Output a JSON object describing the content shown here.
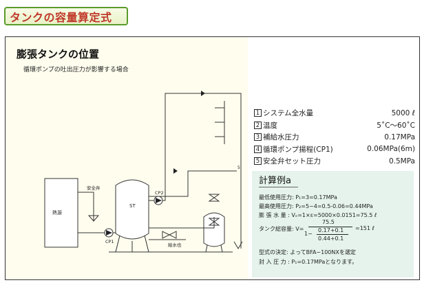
{
  "page_title": "タンクの容量算定式",
  "panel": {
    "heading": "膨張タンクの位置",
    "subheading": "循環ポンプの吐出圧力が影響する場合"
  },
  "diagram": {
    "heat_source": "熱源",
    "storage_tank": "ST",
    "safety_valve": "安全弁",
    "pump_cp1": "CP1",
    "pump_cp2": "CP2",
    "supply_water": "給水也",
    "height_mark": "5"
  },
  "specs": [
    {
      "num": "1",
      "label": "システム全水量",
      "value": "5000 ℓ"
    },
    {
      "num": "2",
      "label": "温度",
      "value": "5˚C〜60˚C"
    },
    {
      "num": "3",
      "label": "補給水圧力",
      "value": "0.17MPa"
    },
    {
      "num": "4",
      "label": "循環ポンプ揚程(CP1)",
      "value": "0.06MPa(6m)"
    },
    {
      "num": "5",
      "label": "安全弁セット圧力",
      "value": "0.5MPa"
    }
  ],
  "calc": {
    "title": "計算例a",
    "min_pressure": "最低使用圧力: P₁=3=0.17MPa",
    "max_pressure": "最高使用圧力: P₂=5−4=0.5-0.06=0.44MPa",
    "expansion": "膨 張 水 量 : Vₑ=1×ε=5000×0.0151=75.5 ℓ",
    "tank_label": "タンク総容量: V=",
    "numerator": "75.5",
    "denom_one": "1−",
    "inner_num": "0.17+0.1",
    "inner_den": "0.44+0.1",
    "result": "=151 ℓ",
    "model": "型式の決定: よってBFA−100NXを選定",
    "fill_pressure": "封 入 圧 力 : P₁=0.17MPaとなります。"
  }
}
